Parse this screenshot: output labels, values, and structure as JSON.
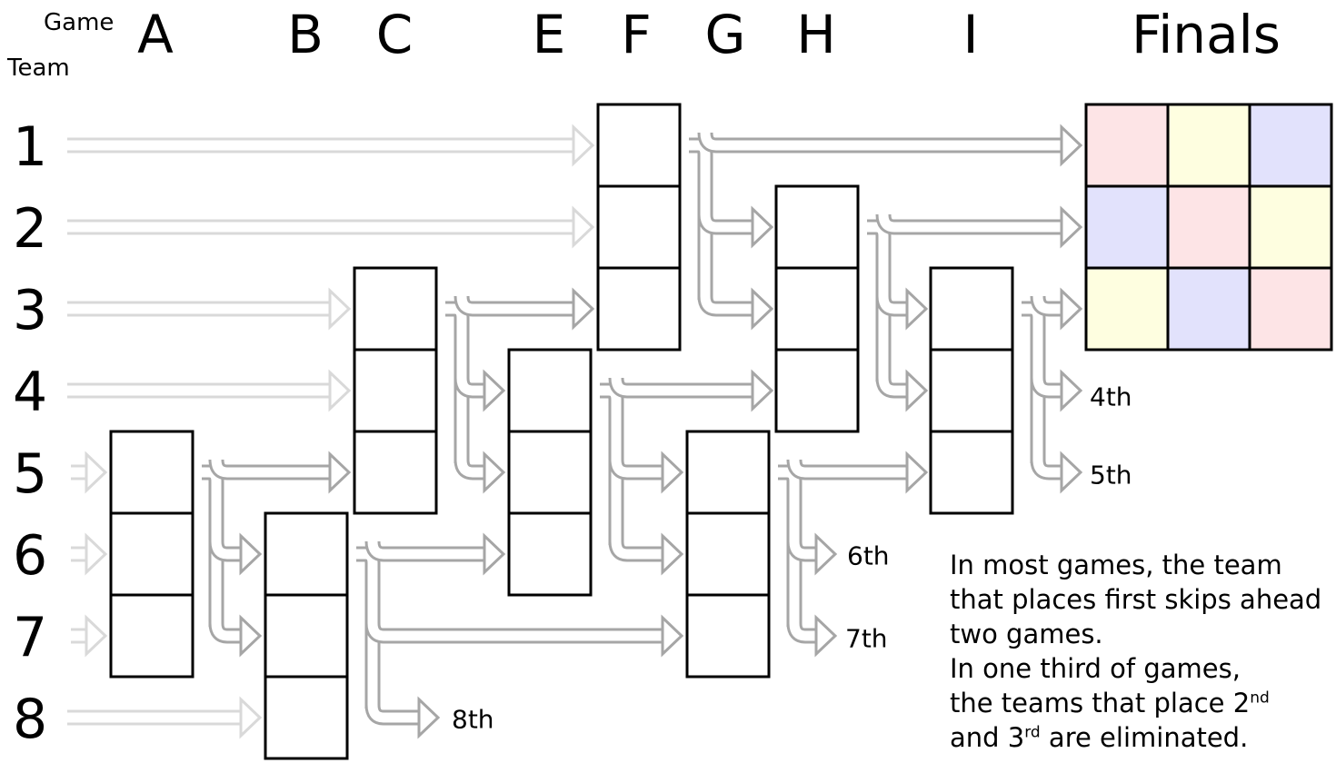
{
  "header": {
    "game_label": "Game",
    "team_label": "Team"
  },
  "columns": [
    "A",
    "B",
    "C",
    "E",
    "F",
    "G",
    "H",
    "I",
    "Finals"
  ],
  "teams": [
    "1",
    "2",
    "3",
    "4",
    "5",
    "6",
    "7",
    "8"
  ],
  "places": {
    "fourth": "4th",
    "fifth": "5th",
    "sixth": "6th",
    "seventh": "7th",
    "eighth": "8th"
  },
  "finals_grid": [
    [
      "pink",
      "yellow",
      "lavender"
    ],
    [
      "lavender",
      "pink",
      "yellow"
    ],
    [
      "yellow",
      "lavender",
      "pink"
    ]
  ],
  "colors": {
    "pink": "#fde4e6",
    "yellow": "#fefee0",
    "lavender": "#e2e2fc",
    "arrow_light": "#d9d9d9",
    "arrow_dark": "#a6a6a6"
  },
  "note": {
    "line1": "In most games, the team",
    "line2": "that places first skips ahead",
    "line3": "two games.",
    "line4": "In one third of games,",
    "line5a": "the teams that place 2",
    "line5sup": "nd",
    "line6a": "and 3",
    "line6sup": "rd",
    "line6b": " are eliminated."
  }
}
